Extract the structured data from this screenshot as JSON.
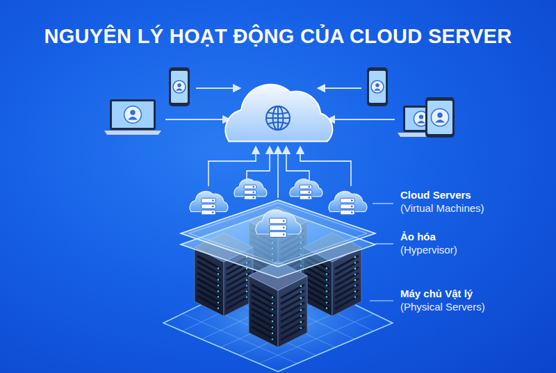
{
  "diagram": {
    "title": "NGUYÊN LÝ HOẠT ĐỘNG CỦA CLOUD SERVER",
    "labels": [
      "Cloud Servers",
      "(Virtual Machines)",
      "Ảo hóa",
      "(Hypervisor)",
      "Máy chủ Vật lý",
      "(Physical Servers)"
    ]
  }
}
